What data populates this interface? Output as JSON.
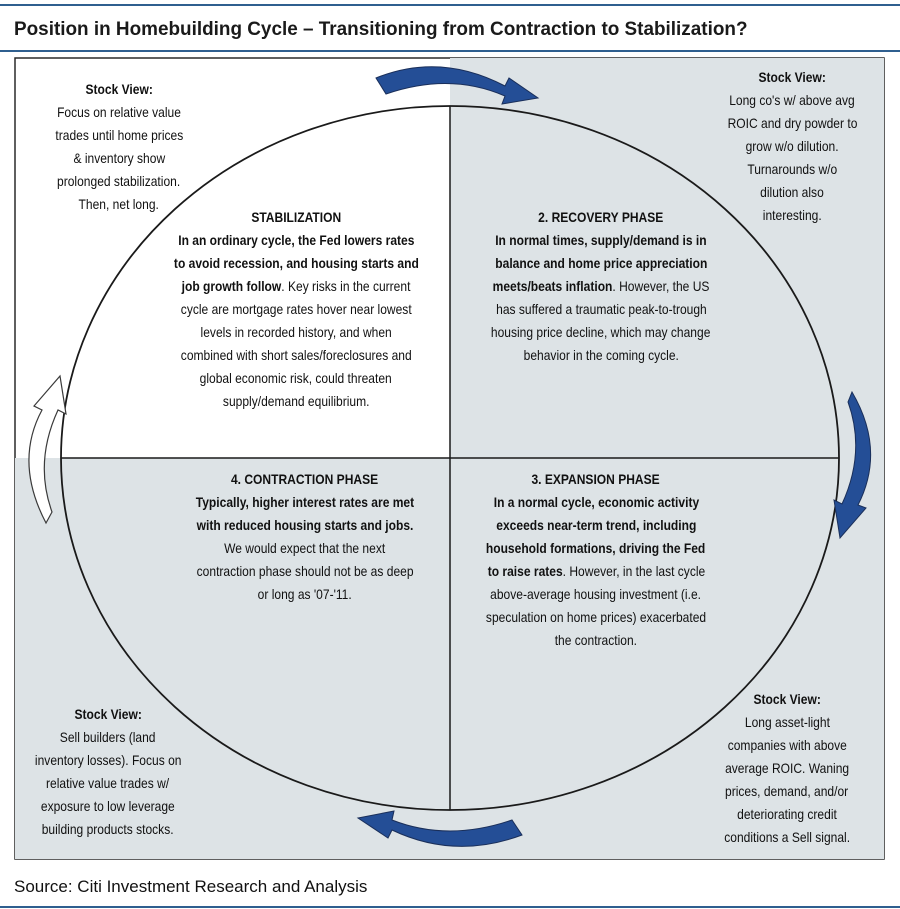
{
  "title": "Position in Homebuilding Cycle – Transitioning from Contraction to Stabilization?",
  "source": "Source: Citi Investment Research and Analysis",
  "colors": {
    "quadrant_fill": "#dde3e6",
    "arrow_blue": "#244e96",
    "border": "#2a2a2a"
  },
  "quadrants": {
    "stabilization": {
      "heading": "STABILIZATION",
      "bold_lines": [
        "In an ordinary cycle, the Fed lowers rates",
        "to avoid recession, and housing starts and",
        "job growth follow"
      ],
      "tail_of_bold_line": ". Key risks in the current",
      "lines": [
        "cycle are mortgage rates hover near lowest",
        "levels in recorded history, and when",
        "combined with short sales/foreclosures and",
        "global economic risk, could threaten",
        "supply/demand equilibrium."
      ]
    },
    "recovery": {
      "heading": "2. RECOVERY PHASE",
      "bold_lines": [
        "In normal times, supply/demand is in",
        "balance and home price appreciation",
        "meets/beats inflation"
      ],
      "tail_of_bold_line": ". However, the US",
      "lines": [
        "has suffered a traumatic peak-to-trough",
        "housing price decline, which may change",
        "behavior in the coming cycle."
      ]
    },
    "contraction": {
      "heading": "4. CONTRACTION PHASE",
      "bold_lines": [
        "Typically, higher interest rates are met",
        "with reduced housing starts and jobs."
      ],
      "lines": [
        "We would expect that the next",
        "contraction phase should not be as deep",
        "or long as '07-'11."
      ]
    },
    "expansion": {
      "heading": "3. EXPANSION PHASE",
      "bold_lines": [
        "In a normal cycle, economic activity",
        "exceeds near-term trend, including",
        "household formations, driving the Fed",
        "to raise rates"
      ],
      "tail_of_bold_line": ". However, in the last cycle",
      "lines": [
        "above-average housing investment (i.e.",
        "speculation on home prices) exacerbated",
        "the contraction."
      ]
    }
  },
  "stock_views": {
    "top_left": {
      "heading": "Stock View:",
      "lines": [
        "Focus on relative value",
        "trades until home prices",
        "& inventory show",
        "prolonged stabilization.",
        "Then, net long."
      ]
    },
    "top_right": {
      "heading": "Stock View:",
      "lines": [
        "Long co's w/ above avg",
        "ROIC and dry powder to",
        "grow w/o dilution.",
        "Turnarounds w/o",
        "dilution also",
        "interesting."
      ]
    },
    "bottom_left": {
      "heading": "Stock View:",
      "lines": [
        "Sell builders (land",
        "inventory losses). Focus on",
        "relative value trades w/",
        "exposure to low leverage",
        "building products stocks."
      ]
    },
    "bottom_right": {
      "heading": "Stock View:",
      "lines": [
        "Long asset-light",
        "companies with above",
        "average ROIC. Waning",
        "prices, demand, and/or",
        "deteriorating credit",
        "conditions a Sell signal."
      ]
    }
  }
}
